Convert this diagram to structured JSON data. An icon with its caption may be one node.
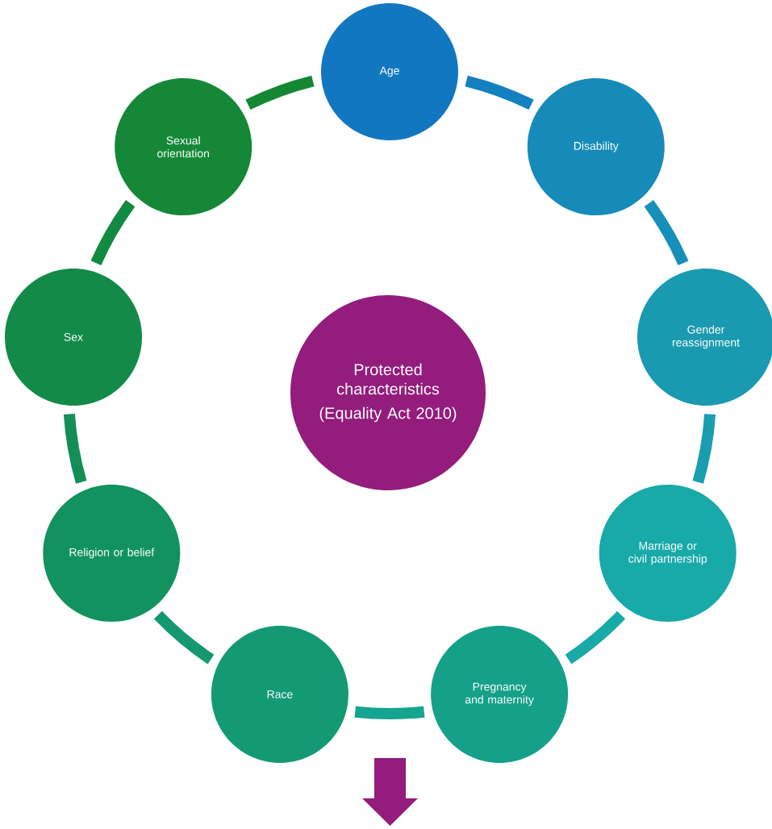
{
  "diagram": {
    "nodes": [
      {
        "text": [
          "Protected characteristics",
          "(Equality Act 2010)"
        ]
      },
      {
        "text": [
          "Age"
        ]
      },
      {
        "text": [
          "Disability"
        ]
      },
      {
        "text": [
          "Gender reassignment"
        ]
      },
      {
        "text": [
          "Marriage or civil partnership"
        ]
      },
      {
        "text": [
          "Pregnancy and maternity"
        ]
      },
      {
        "text": [
          "Race"
        ]
      },
      {
        "text": [
          "Religion or belief"
        ]
      },
      {
        "text": [
          "Sex"
        ]
      },
      {
        "text": [
          "Sexual orientation"
        ]
      }
    ],
    "edges": [
      {
        "from": 1,
        "to": 2,
        "arrow": "none",
        "color": "#1380c0"
      },
      {
        "from": 2,
        "to": 3,
        "arrow": "none",
        "color": "#1690b8"
      },
      {
        "from": 3,
        "to": 4,
        "arrow": "none",
        "color": "#199eb0"
      },
      {
        "from": 4,
        "to": 5,
        "arrow": "none",
        "color": "#17aaa6"
      },
      {
        "from": 5,
        "to": 6,
        "arrow": "none",
        "color": "#14a48f"
      },
      {
        "from": 6,
        "to": 7,
        "arrow": "none",
        "color": "#13986f"
      },
      {
        "from": 7,
        "to": 8,
        "arrow": "none",
        "color": "#128e56"
      },
      {
        "from": 8,
        "to": 9,
        "arrow": "none",
        "color": "#138a42"
      },
      {
        "from": 9,
        "to": 1,
        "arrow": "none",
        "color": "#158632"
      }
    ]
  }
}
